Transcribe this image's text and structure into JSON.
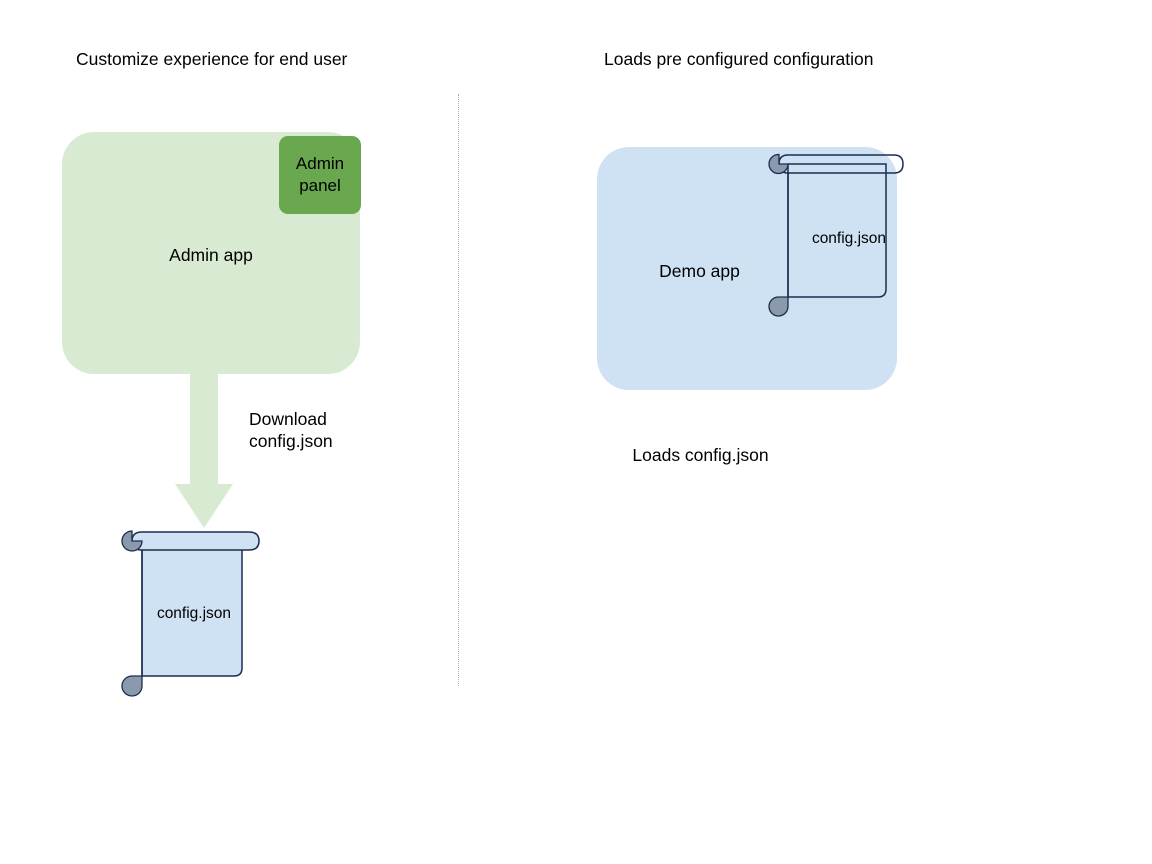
{
  "diagram": {
    "background_color": "#ffffff",
    "divider": {
      "style": "dotted",
      "color": "#b0b0b0"
    },
    "left_section": {
      "title": "Customize experience for end user",
      "app_box": {
        "label": "Admin app",
        "fill_color": "#d9ead3"
      },
      "panel_box": {
        "label": "Admin\npanel",
        "label_line1": "Admin",
        "label_line2": "panel",
        "fill_color": "#69a84f"
      },
      "arrow": {
        "direction": "down",
        "fill_color": "#d9ead3",
        "label_line1": "Download",
        "label_line2": "config.json"
      },
      "document": {
        "label": "config.json",
        "fill_color": "#cfe2f3",
        "stroke_color": "#1b2d4f",
        "roll_color": "#8a9aac"
      }
    },
    "right_section": {
      "title": "Loads pre configured configuration",
      "app_box": {
        "label": "Demo app",
        "fill_color": "#cfe2f3"
      },
      "document": {
        "label": "config.json",
        "fill_color": "transparent",
        "stroke_color": "#1b2d4f",
        "roll_color": "#8a9aac"
      },
      "caption": "Loads config.json"
    }
  }
}
